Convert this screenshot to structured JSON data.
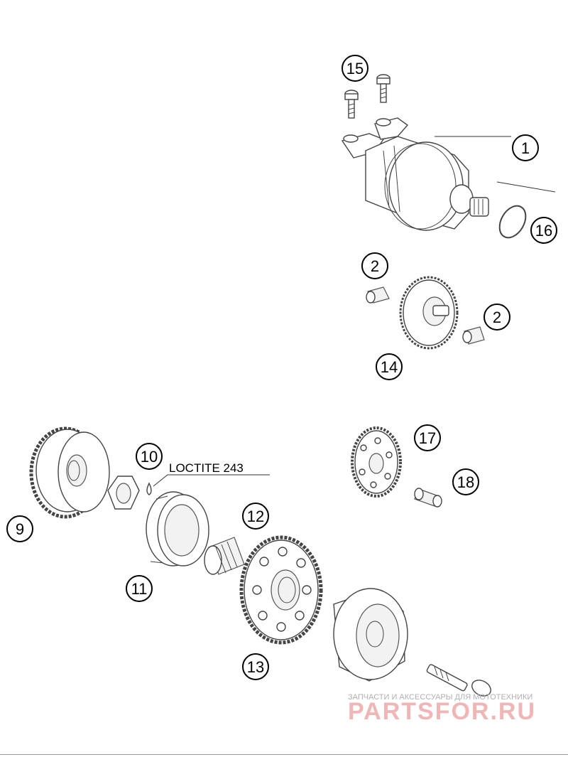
{
  "callouts": {
    "c1": "1",
    "c2a": "2",
    "c2b": "2",
    "c9": "9",
    "c10": "10",
    "c11": "11",
    "c12": "12",
    "c13": "13",
    "c14": "14",
    "c15": "15",
    "c16": "16",
    "c17": "17",
    "c18": "18"
  },
  "annotation": {
    "loctite": "LOCTITE 243"
  },
  "watermark": {
    "line1": "ЗАПЧАСТИ И АКСЕССУАРЫ ДЛЯ МОТОТЕХНИКИ",
    "line2": "PARTSFOR.RU"
  }
}
